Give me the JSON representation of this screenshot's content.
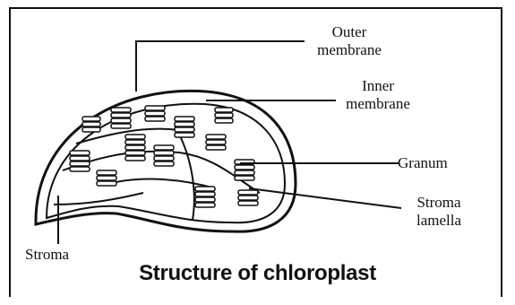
{
  "labels": {
    "outer_membrane": [
      "Outer",
      "membrane"
    ],
    "inner_membrane": [
      "Inner",
      "membrane"
    ],
    "granum": "Granum",
    "stroma_lamella": [
      "Stroma",
      "lamella"
    ],
    "stroma": "Stroma"
  },
  "caption": "Structure of chloroplast"
}
